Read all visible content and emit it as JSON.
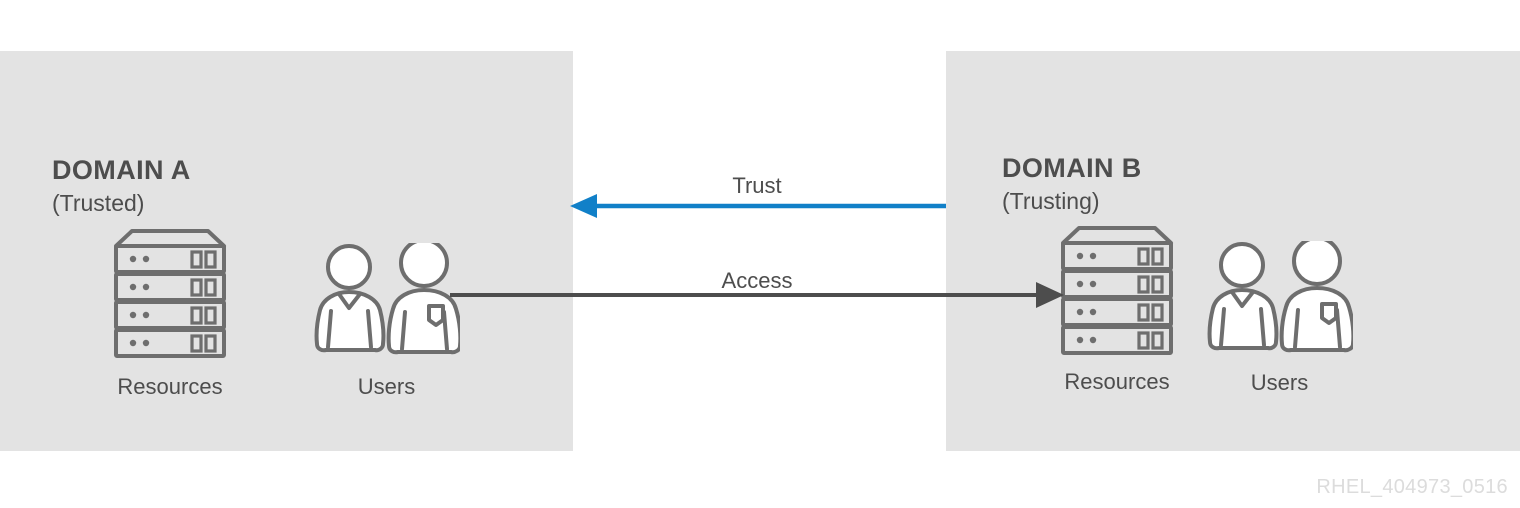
{
  "diagram": {
    "title_watermark": "RHEL_404973_0516",
    "background_color": "#ffffff",
    "panel_color": "#e3e3e3",
    "ink_color": "#4d4d4d",
    "icon_stroke_color": "#6e6e6e",
    "trust_arrow_color": "#1180c8",
    "access_arrow_color": "#4d4d4d"
  },
  "panels": [
    {
      "id": "domain-a",
      "title": "DOMAIN A",
      "subtitle": "(Trusted)",
      "icons": [
        {
          "name": "resources",
          "caption": "Resources",
          "glyph": "server-rack-icon",
          "units": 4
        },
        {
          "name": "users",
          "caption": "Users",
          "glyph": "two-people-icon",
          "count": 2
        }
      ]
    },
    {
      "id": "domain-b",
      "title": "DOMAIN B",
      "subtitle": "(Trusting)",
      "icons": [
        {
          "name": "resources",
          "caption": "Resources",
          "glyph": "server-rack-icon",
          "units": 4
        },
        {
          "name": "users",
          "caption": "Users",
          "glyph": "two-people-icon",
          "count": 2
        }
      ]
    }
  ],
  "arrows": [
    {
      "id": "trust",
      "label": "Trust",
      "direction": "right-to-left",
      "from": "DOMAIN B",
      "to": "DOMAIN A",
      "color": "#1180c8"
    },
    {
      "id": "access",
      "label": "Access",
      "direction": "left-to-right",
      "from": "DOMAIN A Users",
      "to": "DOMAIN B Resources",
      "color": "#4d4d4d"
    }
  ]
}
